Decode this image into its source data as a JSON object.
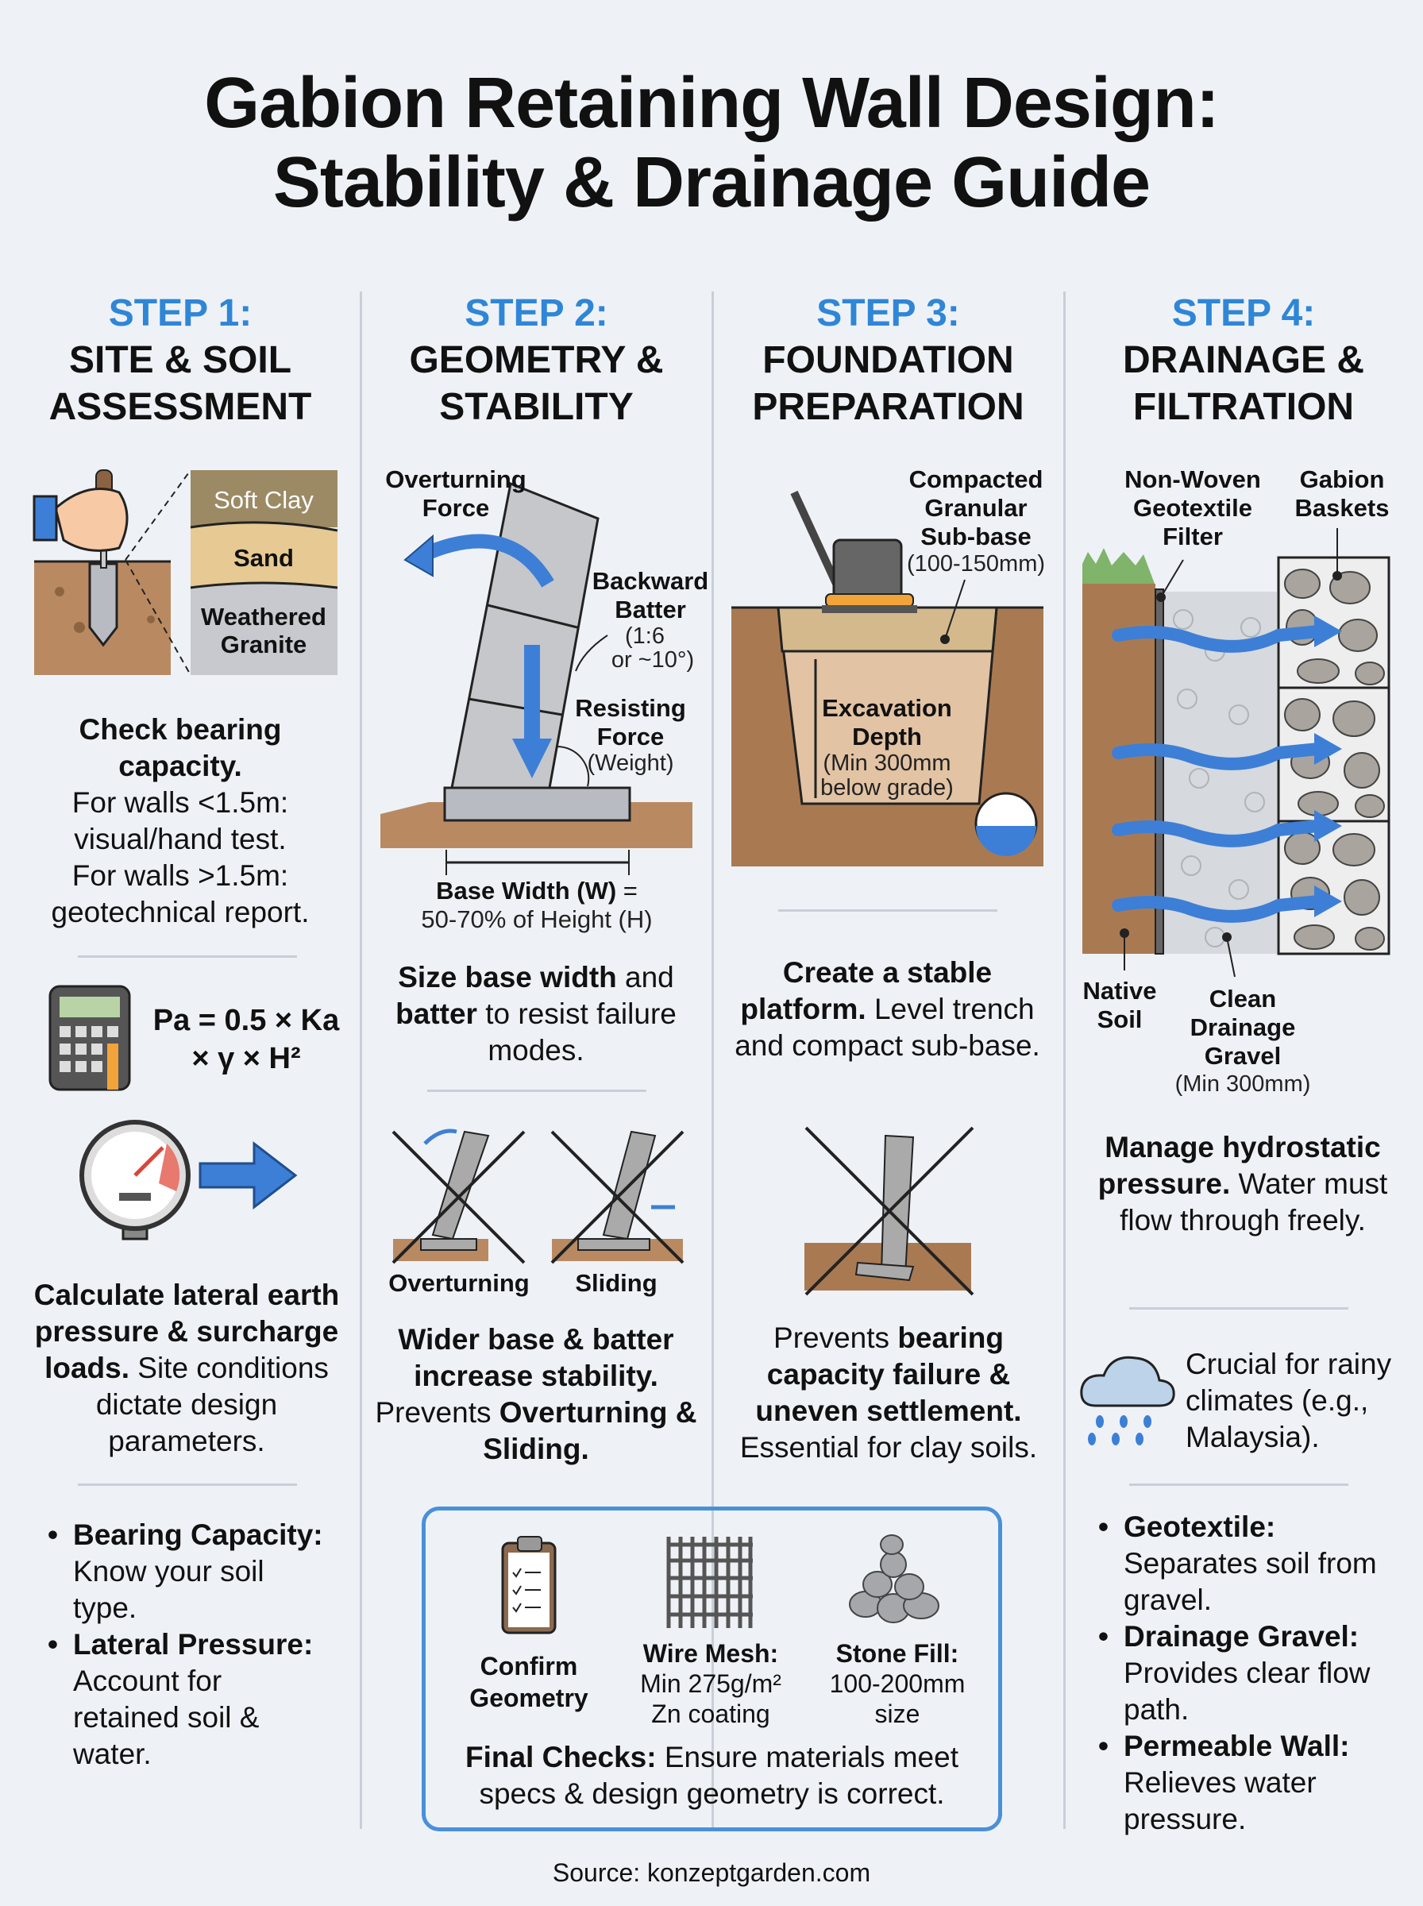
{
  "title": {
    "line1": "Gabion Retaining Wall Design:",
    "line2": "Stability & Drainage Guide"
  },
  "steps": [
    {
      "number": "STEP 1:",
      "title1": "SITE & SOIL",
      "title2": "ASSESSMENT"
    },
    {
      "number": "STEP 2:",
      "title1": "GEOMETRY &",
      "title2": "STABILITY"
    },
    {
      "number": "STEP 3:",
      "title1": "FOUNDATION",
      "title2": "PREPARATION"
    },
    {
      "number": "STEP 4:",
      "title1": "DRAINAGE &",
      "title2": "FILTRATION"
    }
  ],
  "step1": {
    "soil_layers": [
      "Soft Clay",
      "Sand",
      "Weathered",
      "Granite"
    ],
    "text1": {
      "bold": "Check bearing capacity.",
      "l1": "For walls <1.5m:",
      "l2": "visual/hand test.",
      "l3": "For walls >1.5m:",
      "l4": "geotechnical report."
    },
    "formula": {
      "l1": "Pa = 0.5 × Ka",
      "l2": "× γ × H²"
    },
    "text2": {
      "bold": "Calculate lateral earth pressure & surcharge loads.",
      "rest": " Site conditions dictate design parameters."
    },
    "bullets": [
      {
        "bold": "Bearing Capacity:",
        "text": " Know your soil type."
      },
      {
        "bold": "Lateral Pressure:",
        "text": " Account for retained soil & water."
      }
    ]
  },
  "step2": {
    "labels": {
      "overturning1": "Overturning",
      "overturning2": "Force",
      "batter1": "Backward",
      "batter2": "Batter",
      "batter3": "(1:6",
      "batter4": "or ~10°)",
      "resist1": "Resisting",
      "resist2": "Force",
      "resist3": "(Weight)",
      "base1": "Base Width (W)",
      "base1b": " =",
      "base2": "50-70% of Height (H)"
    },
    "text1": {
      "b1": "Size base width",
      "r1": " and ",
      "b2": "batter",
      "r2": " to resist failure modes."
    },
    "failures": [
      "Overturning",
      "Sliding"
    ],
    "text2": {
      "b1": "Wider base & batter increase stability.",
      "r1": " Prevents ",
      "b2": "Overturning & Sliding."
    }
  },
  "step3": {
    "labels": {
      "sub1": "Compacted",
      "sub2": "Granular",
      "sub3": "Sub-base",
      "sub4": "(100-150mm)",
      "ex1": "Excavation",
      "ex2": "Depth",
      "ex3": "(Min 300mm",
      "ex4": "below grade)"
    },
    "text1": {
      "bold": "Create a stable platform.",
      "rest": " Level trench and compact sub-base."
    },
    "text2": {
      "r1": "Prevents ",
      "b1": "bearing capacity failure & uneven settlement.",
      "r2": " Essential for clay soils."
    }
  },
  "step4": {
    "labels": {
      "geo1": "Non-Woven",
      "geo2": "Geotextile",
      "geo3": "Filter",
      "gab1": "Gabion",
      "gab2": "Baskets",
      "soil1": "Native",
      "soil2": "Soil",
      "gr1": "Clean",
      "gr2": "Drainage",
      "gr3": "Gravel",
      "gr4": "(Min 300mm)"
    },
    "text1": {
      "bold": "Manage hydrostatic pressure.",
      "rest": " Water must flow through freely."
    },
    "rain": "Crucial for rainy climates (e.g., Malaysia).",
    "bullets": [
      {
        "bold": "Geotextile:",
        "text": " Separates soil from gravel."
      },
      {
        "bold": "Drainage Gravel:",
        "text": " Provides clear flow path."
      },
      {
        "bold": "Permeable Wall:",
        "text": " Relieves water pressure."
      }
    ]
  },
  "final": {
    "items": [
      {
        "bold": "Confirm Geometry",
        "icon": "clipboard-icon"
      },
      {
        "bold": "Wire Mesh:",
        "l1": "Min 275g/m²",
        "l2": "Zn coating",
        "icon": "mesh-icon"
      },
      {
        "bold": "Stone Fill:",
        "l1": "100-200mm",
        "l2": "size",
        "icon": "stones-icon"
      }
    ],
    "bold": "Final Checks:",
    "rest": " Ensure materials meet specs & design geometry is correct."
  },
  "source": "Source: konzeptgarden.com",
  "colors": {
    "accent": "#2f86d6",
    "soil": "#b98a62",
    "stone": "#a9abae",
    "background": "#eef2f7"
  }
}
